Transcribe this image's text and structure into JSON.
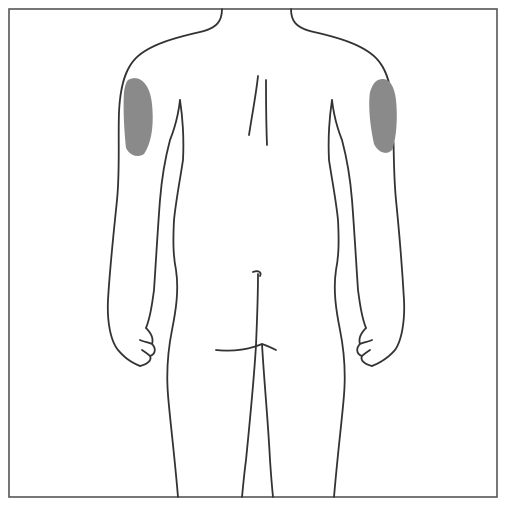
{
  "figure": {
    "view": "back",
    "highlighted_regions": [
      "left-upper-arm",
      "right-upper-arm"
    ]
  },
  "colors": {
    "background": "#ffffff",
    "outline": "#333333",
    "frame": "#555555",
    "highlight": "#8a8a8a"
  }
}
